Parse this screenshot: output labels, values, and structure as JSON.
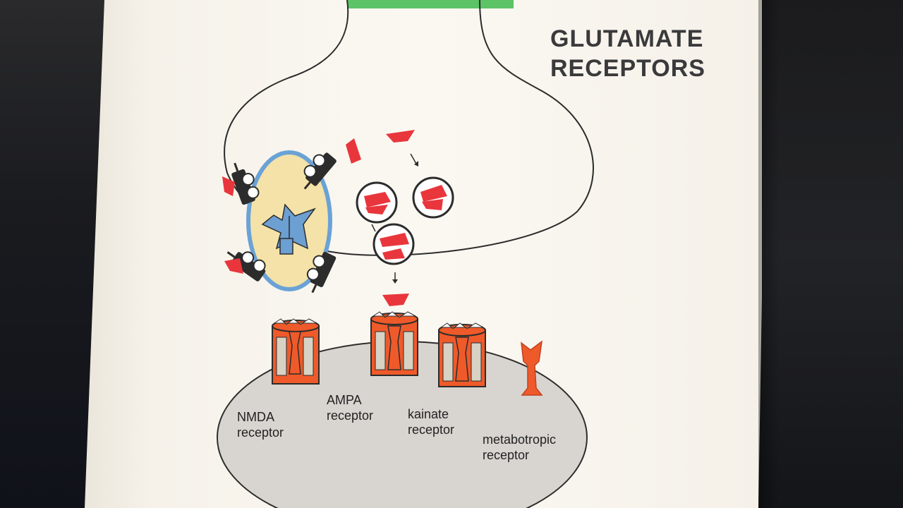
{
  "title": [
    "GLUTAMATE",
    "RECEPTORS"
  ],
  "labels": {
    "nmda": [
      "NMDA",
      "receptor"
    ],
    "ampa": [
      "AMPA",
      "receptor"
    ],
    "kainate": [
      "kainate",
      "receptor"
    ],
    "metabotropic": [
      "metabotropic",
      "receptor"
    ]
  },
  "colors": {
    "slide_background": "#fbf8f2",
    "glutamate": "#e8363c",
    "receptor_orange": "#ef5a2a",
    "astrocyte_fill": "#f4e2a8",
    "astrocyte_border": "#6aa2d6",
    "astrocyte_nucleus": "#6c9fd2",
    "postsynaptic_fill": "#d8d5d0",
    "axon_bar": "#5cc466"
  }
}
